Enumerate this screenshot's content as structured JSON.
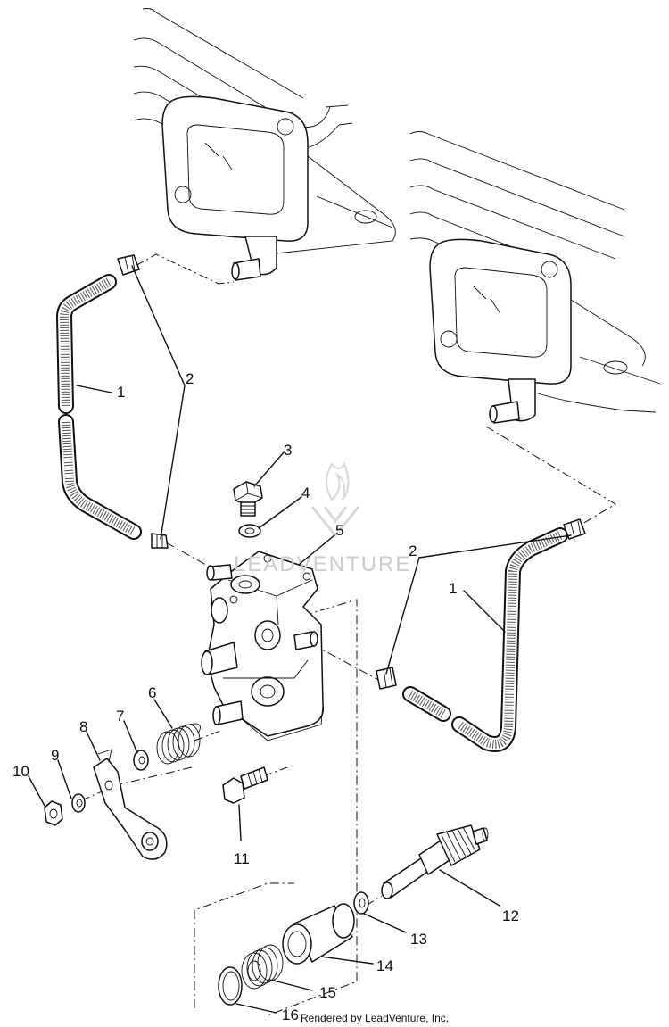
{
  "parts": [
    {
      "number": "1",
      "part": "hose"
    },
    {
      "number": "2",
      "part": "clamp"
    },
    {
      "number": "3",
      "part": "bolt"
    },
    {
      "number": "4",
      "part": "washer"
    },
    {
      "number": "5",
      "part": "oil pump"
    },
    {
      "number": "6",
      "part": "spring"
    },
    {
      "number": "7",
      "part": "washer"
    },
    {
      "number": "8",
      "part": "lever"
    },
    {
      "number": "9",
      "part": "washer"
    },
    {
      "number": "10",
      "part": "nut"
    },
    {
      "number": "11",
      "part": "bolt"
    },
    {
      "number": "12",
      "part": "drive gear"
    },
    {
      "number": "13",
      "part": "washer"
    },
    {
      "number": "14",
      "part": "bushing"
    },
    {
      "number": "15",
      "part": "spring"
    },
    {
      "number": "16",
      "part": "o-ring"
    }
  ],
  "labels": {
    "n1a": "1",
    "n1b": "1",
    "n2a": "2",
    "n2b": "2",
    "n3": "3",
    "n4": "4",
    "n5": "5",
    "n6": "6",
    "n7": "7",
    "n8": "8",
    "n9": "9",
    "n10": "10",
    "n11": "11",
    "n12": "12",
    "n13": "13",
    "n14": "14",
    "n15": "15",
    "n16": "16"
  },
  "watermark": "LEADVENTURE",
  "credit": "Rendered by LeadVenture, Inc."
}
